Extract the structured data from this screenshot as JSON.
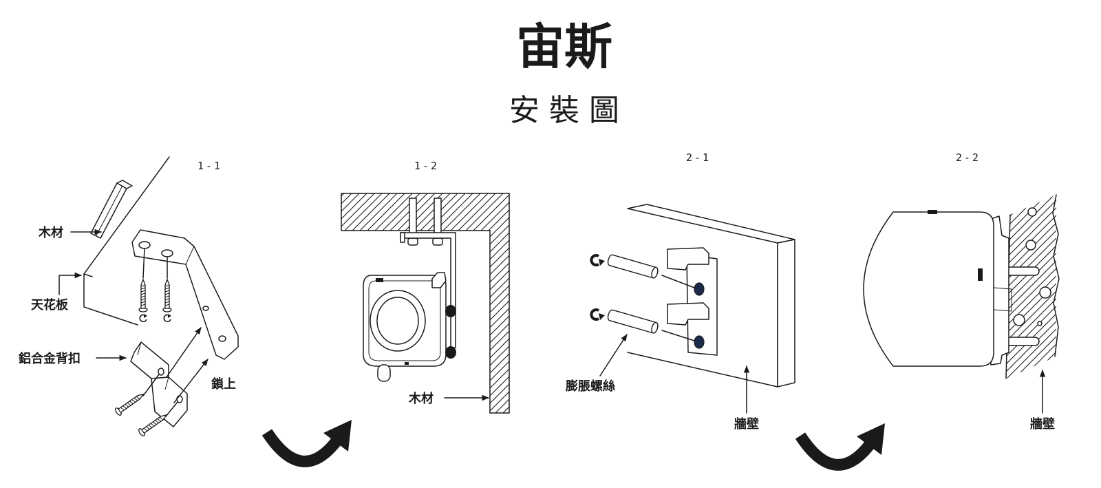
{
  "header": {
    "title": "宙斯",
    "subtitle": "安裝圖"
  },
  "panels": {
    "p1_1": {
      "step": "1-1",
      "wood_label": "木材",
      "ceiling_label": "天花板",
      "bracket_label": "鋁合金背扣",
      "lock_label": "鎖上"
    },
    "p1_2": {
      "step": "1-2",
      "wood_label": "木材"
    },
    "p2_1": {
      "step": "2-1",
      "anchor_label": "膨脹螺絲",
      "wall_label": "牆壁"
    },
    "p2_2": {
      "step": "2-2",
      "wall_label": "牆壁"
    }
  },
  "colors": {
    "ink": "#1a1a1a",
    "background": "#ffffff",
    "anchor_hole": "#1c2a4a"
  }
}
